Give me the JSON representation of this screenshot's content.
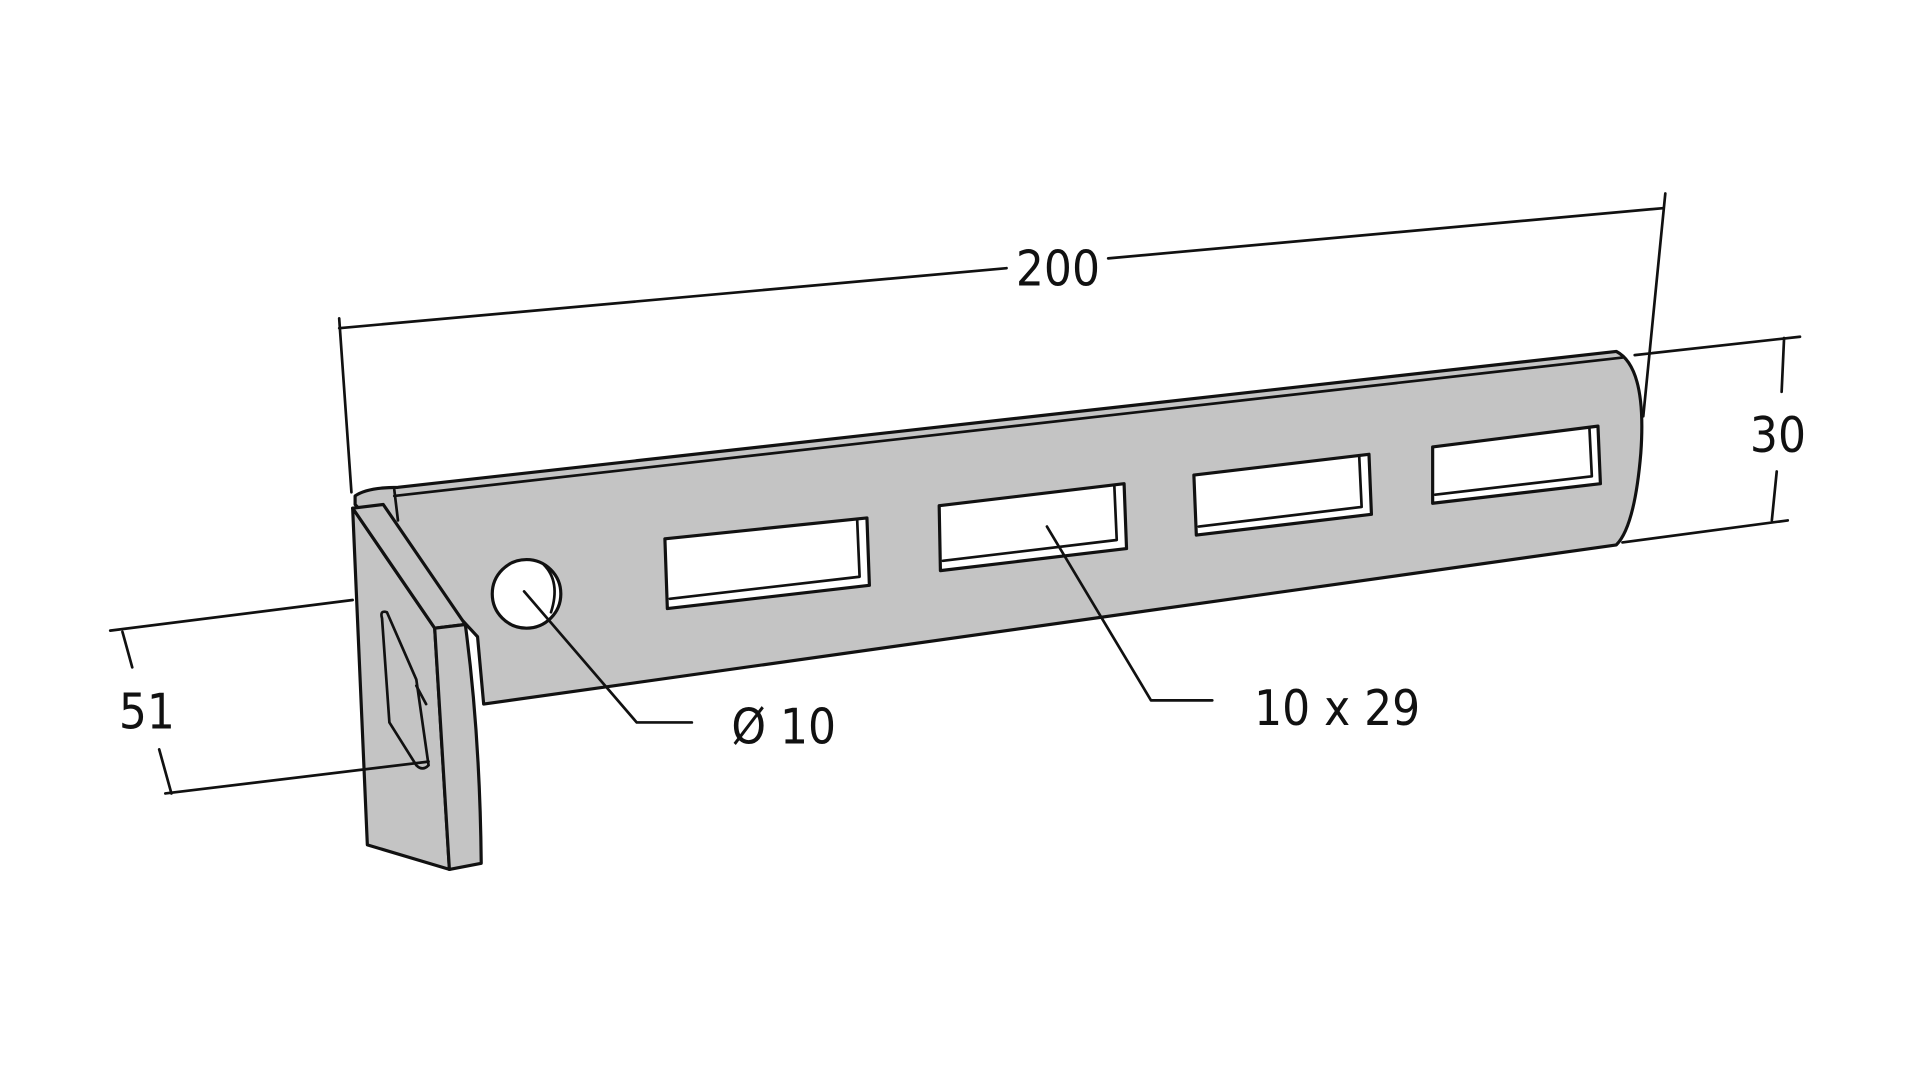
{
  "dimensions": {
    "length": "200",
    "plate_height": "30",
    "flange_height": "51",
    "hole_diameter": "Ø 10",
    "slot_size": "10 x 29"
  },
  "colors": {
    "part_fill": "#c4c4c4",
    "line": "#111111",
    "background": "#ffffff"
  }
}
